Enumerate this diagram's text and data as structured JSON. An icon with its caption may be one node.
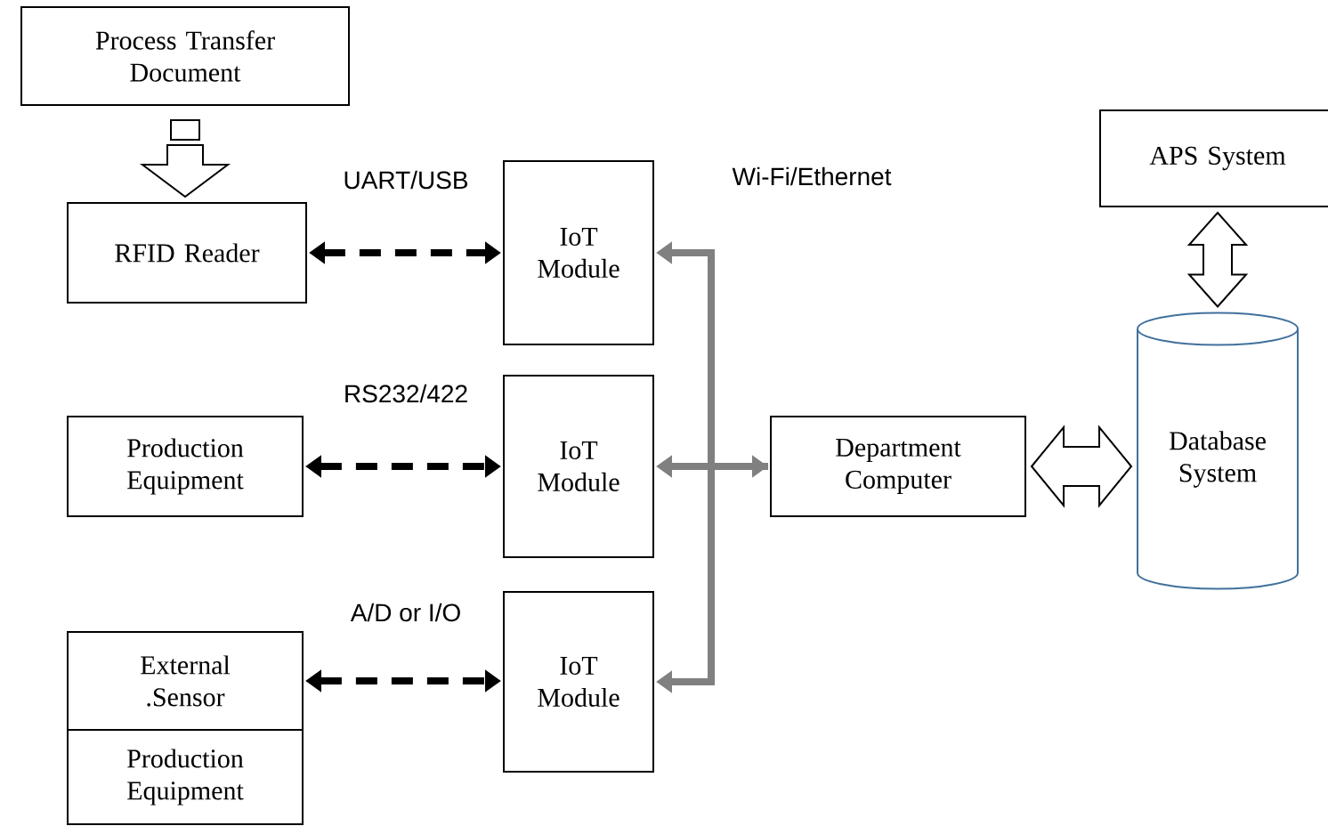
{
  "diagram": {
    "nodes": [
      {
        "text": [
          "Process Transfer Document"
        ]
      },
      {
        "text": [
          "RFID Reader"
        ]
      },
      {
        "text": [
          "IoT Module"
        ]
      },
      {
        "text": [
          "Production Equipment"
        ]
      },
      {
        "text": [
          "IoT Module"
        ]
      },
      {
        "text": [
          "External .Sensor"
        ]
      },
      {
        "text": [
          "Production Equipment"
        ]
      },
      {
        "text": [
          "IoT Module"
        ]
      },
      {
        "text": [
          "Department Computer"
        ]
      },
      {
        "text": [
          "APS System"
        ]
      },
      {
        "text": [
          "Database System"
        ]
      }
    ],
    "edges": [
      {
        "from": 0,
        "to": 1,
        "arrow": "to"
      },
      {
        "from": 1,
        "to": 2,
        "arrow": "both",
        "label": "UART/USB",
        "style": "dashed"
      },
      {
        "from": 3,
        "to": 4,
        "arrow": "both",
        "label": "RS232/422",
        "style": "dashed"
      },
      {
        "from": 5,
        "to": 7,
        "arrow": "both",
        "label": "A/D or I/O",
        "style": "dashed"
      },
      {
        "from": 8,
        "to": 2,
        "arrow": "to",
        "label": "Wi-Fi/Ethernet",
        "color": "#808080"
      },
      {
        "from": 8,
        "to": 4,
        "arrow": "both",
        "color": "#808080"
      },
      {
        "from": 8,
        "to": 7,
        "arrow": "to",
        "color": "#808080"
      },
      {
        "from": 8,
        "to": 10,
        "arrow": "both"
      },
      {
        "from": 9,
        "to": 10,
        "arrow": "both"
      }
    ]
  }
}
